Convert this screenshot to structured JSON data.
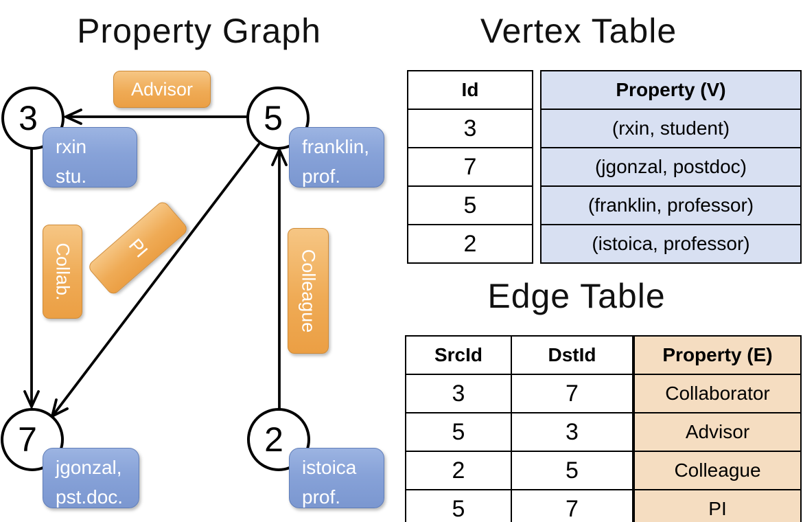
{
  "diagram": {
    "title": "Property Graph",
    "nodes": [
      {
        "id": "3"
      },
      {
        "id": "5"
      },
      {
        "id": "7"
      },
      {
        "id": "2"
      }
    ],
    "edge_labels": {
      "advisor": "Advisor",
      "collab": "Collab.",
      "pi": "PI",
      "colleague": "Colleague"
    },
    "property_boxes": {
      "rxin": {
        "line1": "rxin",
        "line2": "stu."
      },
      "franklin": {
        "line1": "franklin,",
        "line2": "prof."
      },
      "jgonzal": {
        "line1": "jgonzal,",
        "line2": "pst.doc."
      },
      "istoica": {
        "line1": "istoica",
        "line2": "prof."
      }
    }
  },
  "vertex_table": {
    "title": "Vertex Table",
    "columns": {
      "id": "Id",
      "property": "Property (V)"
    },
    "rows": [
      {
        "id": "3",
        "property": "(rxin, student)"
      },
      {
        "id": "7",
        "property": "(jgonzal, postdoc)"
      },
      {
        "id": "5",
        "property": "(franklin, professor)"
      },
      {
        "id": "2",
        "property": "(istoica, professor)"
      }
    ]
  },
  "edge_table": {
    "title": "Edge Table",
    "columns": {
      "src": "SrcId",
      "dst": "DstId",
      "property": "Property (E)"
    },
    "rows": [
      {
        "src": "3",
        "dst": "7",
        "property": "Collaborator"
      },
      {
        "src": "5",
        "dst": "3",
        "property": "Advisor"
      },
      {
        "src": "2",
        "dst": "5",
        "property": "Colleague"
      },
      {
        "src": "5",
        "dst": "7",
        "property": "PI"
      }
    ]
  },
  "colors": {
    "edge_label_orange": "#EDA34C",
    "vertex_box_blue": "#7E9AD2",
    "vertex_table_fill": "#D8E0F2",
    "edge_table_fill": "#F5DDC1",
    "stroke_black": "#000000"
  }
}
